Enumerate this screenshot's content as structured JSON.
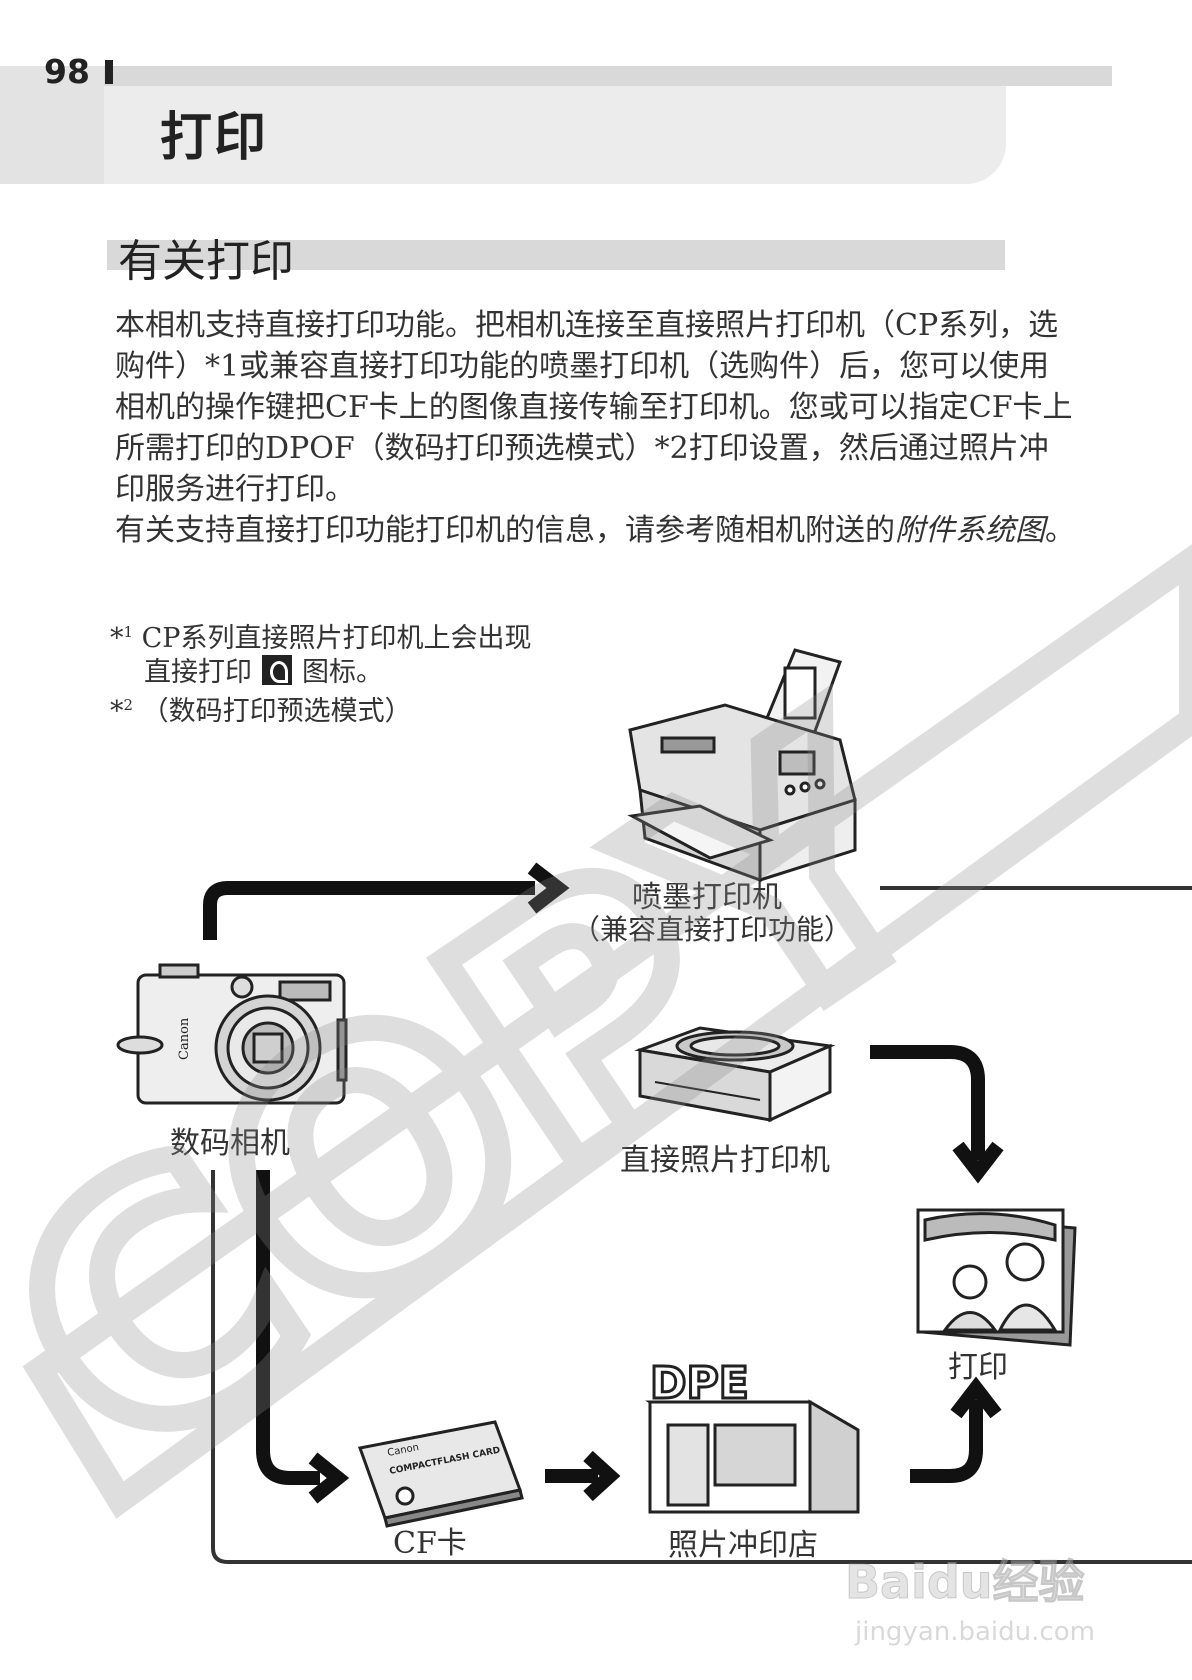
{
  "page_number": "98",
  "chapter_title": "打印",
  "section_title": "有关打印",
  "body": {
    "para1": "本相机支持直接打印功能。把相机连接至直接照片打印机（CP系列，选购件）*1或兼容直接打印功能的喷墨打印机（选购件）后，您可以使用相机的操作键把CF卡上的图像直接传输至打印机。您或可以指定CF卡上所需打印的DPOF（数码打印预选模式）*2打印设置，然后通过照片冲印服务进行打印。",
    "para2_prefix": "有关支持直接打印功能打印机的信息，请参考随相机附送的",
    "para2_italic": "附件系统图",
    "para2_suffix": "。"
  },
  "footnotes": {
    "n1_mark": "1",
    "n1_line1": "CP系列直接照片打印机上会出现",
    "n1_line2_a": "直接打印",
    "n1_line2_b": "图标。",
    "n2_mark": "2",
    "n2_text": "（数码打印预选模式）",
    "star": "*"
  },
  "diagram": {
    "inkjet_label": "喷墨打印机",
    "inkjet_sub": "（兼容直接打印功能）",
    "camera_label": "数码相机",
    "photo_printer_label": "直接照片打印机",
    "print_label": "打印",
    "cf_label": "CF卡",
    "lab_label": "照片冲印店",
    "cf_brand": "Canon",
    "cf_text": "COMPACTFLASH CARD",
    "camera_brand": "Canon",
    "dpe_text": "DPE"
  },
  "watermark": {
    "copy_text": "COPY",
    "baidu_logo": "Baidu经验",
    "baidu_url": "jingyan.baidu.com"
  },
  "colors": {
    "header_gray": "#e6e6e6",
    "bar_gray": "#d9d9d9",
    "ink": "#222222",
    "watermark": "#d4d4d4"
  }
}
